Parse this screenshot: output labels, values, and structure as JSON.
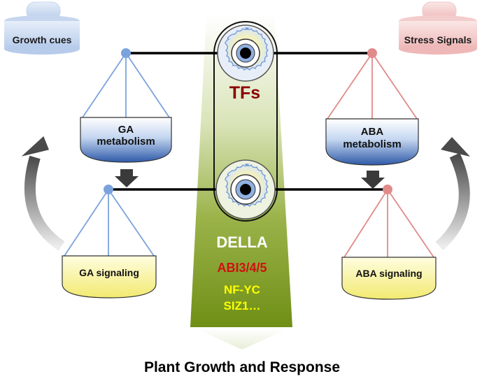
{
  "weights": {
    "left_label": "Growth cues",
    "right_label": "Stress Signals"
  },
  "center": {
    "tfs_label": "TFs",
    "della_label": "DELLA",
    "abi_label": "ABI3/4/5",
    "nfyc_label": "NF-YC",
    "siz1_label": "SIZ1…"
  },
  "pans": {
    "ga_metabolism_line1": "GA",
    "ga_metabolism_line2": "metabolism",
    "aba_metabolism_line1": "ABA",
    "aba_metabolism_line2": "metabolism",
    "ga_signaling": "GA signaling",
    "aba_signaling": "ABA signaling"
  },
  "footer": {
    "title": "Plant Growth and Response"
  },
  "colors": {
    "blue_accent": "#7aa3dd",
    "red_accent": "#e08a8a",
    "green_band": "#7a9a1a",
    "tfs_text": "#8b0000",
    "abi_text": "#d01010",
    "nfyc_text": "#ffff00"
  }
}
